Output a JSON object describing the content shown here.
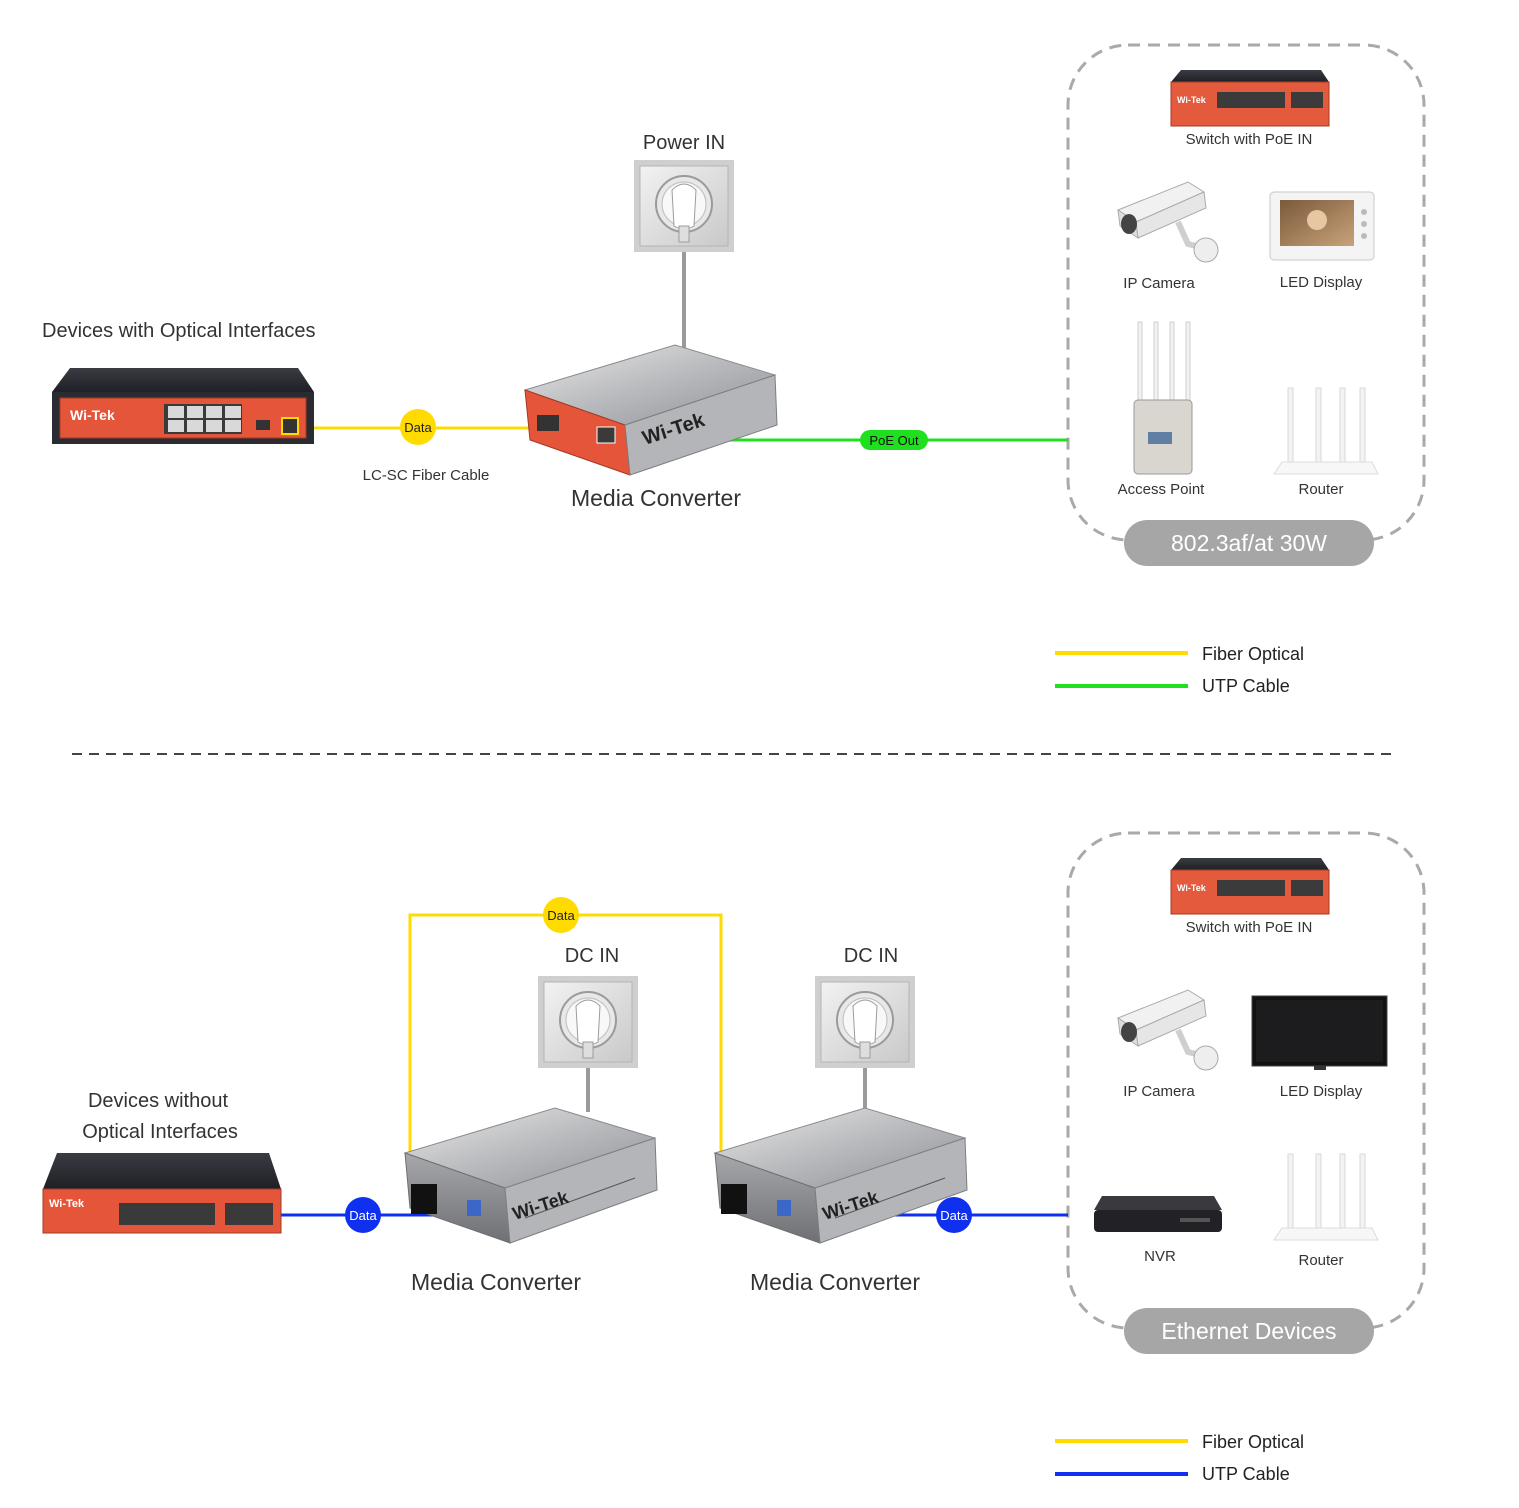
{
  "colors": {
    "fiber": "#FFDB00",
    "utp_green": "#1EE01E",
    "utp_blue": "#1030F0",
    "device_red": "#E8553A",
    "device_dark": "#2B2D33",
    "pill_gray": "#A6A6A6",
    "dash_gray": "#A9A9A9"
  },
  "top": {
    "left_title": "Devices with Optical Interfaces",
    "fiber_caption": "LC-SC Fiber Cable",
    "data_badge": "Data",
    "power_label": "Power IN",
    "converter_label": "Media Converter",
    "poe_badge": "PoE Out",
    "group": {
      "items": [
        {
          "label": "Switch with PoE IN",
          "icon": "poe-switch-icon"
        },
        {
          "label": "IP Camera",
          "icon": "ip-camera-icon"
        },
        {
          "label": "LED Display",
          "icon": "video-intercom-display-icon"
        },
        {
          "label": "Access Point",
          "icon": "outdoor-access-point-icon"
        },
        {
          "label": "Router",
          "icon": "router-icon"
        }
      ],
      "pill": "802.3af/at 30W"
    },
    "legend": [
      {
        "label": "Fiber Optical",
        "color": "#FFDB00"
      },
      {
        "label": "UTP Cable",
        "color": "#1EE01E"
      }
    ]
  },
  "bottom": {
    "left_title_line1": "Devices without",
    "left_title_line2": "Optical Interfaces",
    "data_badge_fiber": "Data",
    "data_badge_left": "Data",
    "data_badge_right": "Data",
    "dc_left": "DC IN",
    "dc_right": "DC IN",
    "converter_left": "Media Converter",
    "converter_right": "Media Converter",
    "group": {
      "items": [
        {
          "label": "Switch with PoE IN",
          "icon": "poe-switch-icon"
        },
        {
          "label": "IP Camera",
          "icon": "ip-camera-icon"
        },
        {
          "label": "LED Display",
          "icon": "tv-display-icon"
        },
        {
          "label": "NVR",
          "icon": "nvr-icon"
        },
        {
          "label": "Router",
          "icon": "router-icon"
        }
      ],
      "pill": "Ethernet Devices"
    },
    "legend": [
      {
        "label": "Fiber Optical",
        "color": "#FFDB00"
      },
      {
        "label": "UTP Cable",
        "color": "#1030F0"
      }
    ]
  }
}
